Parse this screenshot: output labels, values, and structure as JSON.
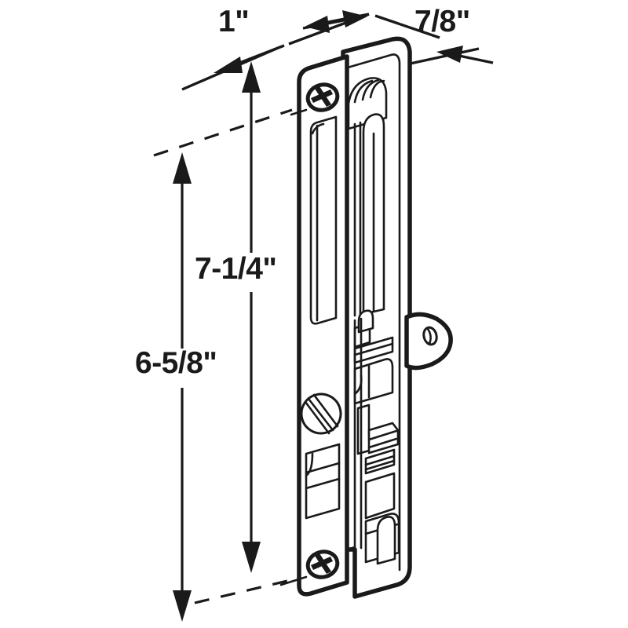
{
  "drawing": {
    "title": "Sliding door handle latch assembly dimensioned line drawing",
    "subject": "sliding-patio-door-flush-pull-latch",
    "line_color": "#1a1a1a",
    "fill_color": "#ffffff",
    "background_color": "#ffffff"
  },
  "dimensions": {
    "width_top": {
      "label": "1\"",
      "axis": "horizontal",
      "position": "top-left",
      "value": 1,
      "unit": "inch"
    },
    "depth_top": {
      "label": "7/8\"",
      "axis": "horizontal",
      "position": "top-right",
      "value": 0.875,
      "unit": "inch"
    },
    "inner_height": {
      "label": "7-1/4\"",
      "axis": "vertical",
      "position": "inner-left",
      "value": 7.25,
      "unit": "inch"
    },
    "outer_height": {
      "label": "6-5/8\"",
      "axis": "vertical",
      "position": "outer-left",
      "value": 6.625,
      "unit": "inch"
    }
  },
  "parts": {
    "face_plate": "face-plate",
    "back_plate": "back-plate",
    "top_screw": "phillips-screw-top",
    "bottom_screw": "phillips-screw-bottom",
    "adjust_screw": "slotted-screw-middle",
    "recessed_pull": "recessed-finger-pull",
    "handle_lever": "handle-lever",
    "latch_tab": "thumb-latch-tab",
    "latch_mechanism": "internal-latch-mechanism",
    "keeper_slot": "keeper-slot"
  }
}
